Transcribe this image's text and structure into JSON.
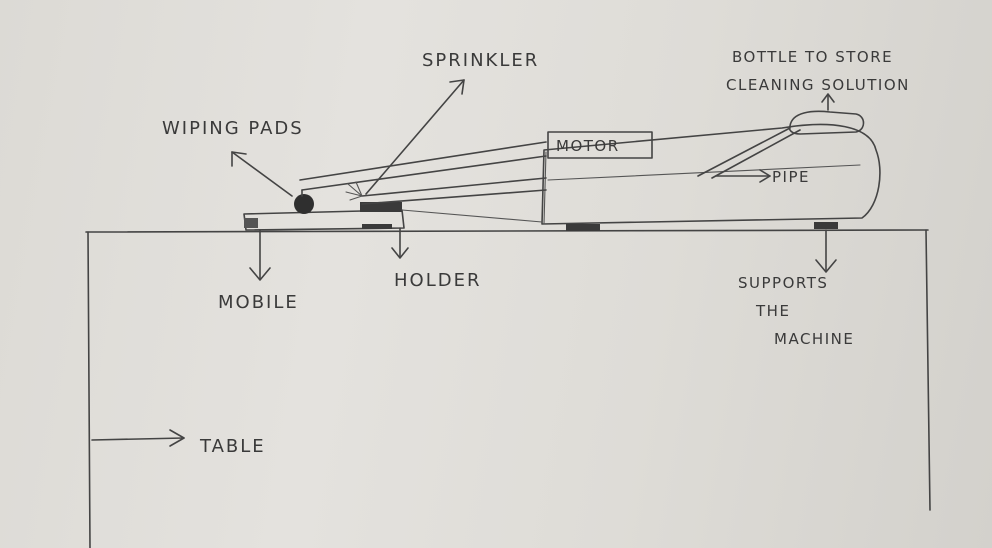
{
  "diagram": {
    "labels": {
      "sprinkler": "SPRINKLER",
      "wiping_pads": "WIPING PADS",
      "bottle_line1": "BOTTLE TO STORE",
      "bottle_line2": "CLEANING SOLUTION",
      "motor": "MOTOR",
      "pipe": "PIPE",
      "mobile": "MOBILE",
      "holder": "HOLDER",
      "supports_line1": "SUPPORTS",
      "supports_line2": "THE",
      "supports_line3": "MACHINE",
      "table": "TABLE"
    },
    "colors": {
      "paper": "#dedcd7",
      "pencil": "#444444",
      "fill_dark": "#3a3a3a"
    }
  }
}
